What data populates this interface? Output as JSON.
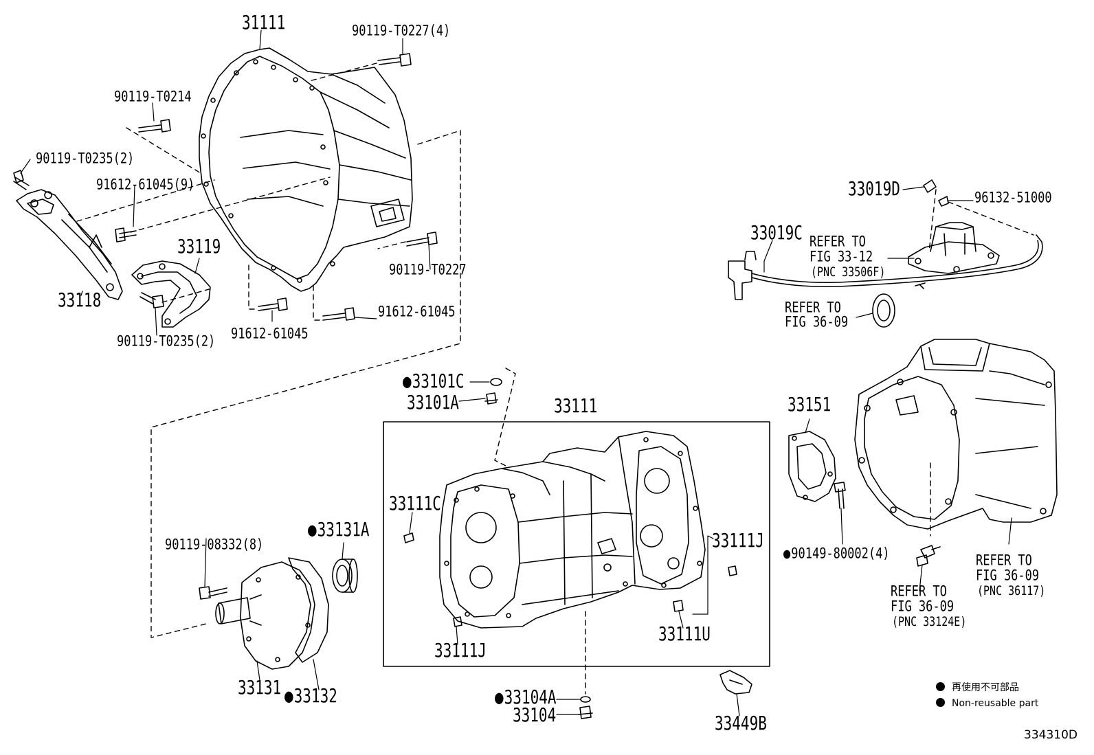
{
  "labels": {
    "bell_housing": "31111",
    "bolt_t0227_4": "90119-T0227(4)",
    "bolt_t0214": "90119-T0214",
    "bolt_t0235_2_top": "90119-T0235(2)",
    "bolt_61045_9": "91612-61045(9)",
    "bracket_33119": "33119",
    "bracket_33118": "33118",
    "bolt_t0227": "90119-T0227",
    "bolt_t0235_2_bottom": "90119-T0235(2)",
    "bolt_61045_a": "91612-61045",
    "bolt_61045_b": "91612-61045",
    "part_33019D": "33019D",
    "part_96132": "96132-51000",
    "part_33019C": "33019C",
    "refer_33_12_line1": "REFER TO",
    "refer_33_12_line2": "FIG 33-12",
    "refer_33_12_pnc": "(PNC 33506F)",
    "refer_36_09_top_line1": "REFER TO",
    "refer_36_09_top_line2": "FIG 36-09",
    "part_33101C": "33101C",
    "part_33101A": "33101A",
    "case_33111": "33111",
    "part_33151": "33151",
    "part_33111C": "33111C",
    "part_33131A": "33131A",
    "part_33111J_right": "33111J",
    "bolt_08332": "90119-08332(8)",
    "bolt_80002": "90149-80002(4)",
    "refer_36117_line1": "REFER TO",
    "refer_36117_line2": "FIG 36-09",
    "refer_36117_pnc": "(PNC 36117)",
    "refer_33124E_line1": "REFER TO",
    "refer_33124E_line2": "FIG 36-09",
    "refer_33124E_pnc": "(PNC 33124E)",
    "part_33111J_left": "33111J",
    "part_33111U": "33111U",
    "part_33131": "33131",
    "part_33132": "33132",
    "part_33104A": "33104A",
    "part_33104": "33104",
    "part_33449B": "33449B"
  },
  "legend": {
    "line1": "再使用不可部品",
    "line2": "Non-reusable part"
  },
  "figure_code": "334310D"
}
